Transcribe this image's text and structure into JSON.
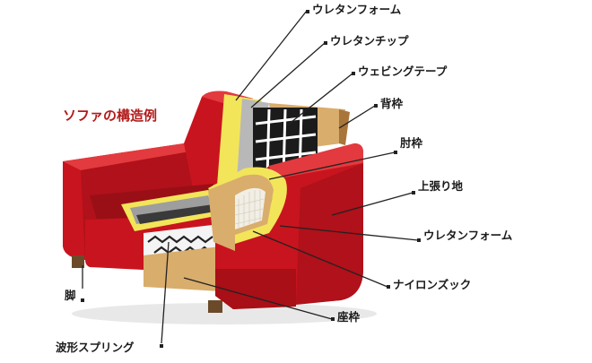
{
  "title": "ソファの構造例",
  "labels": {
    "urethane_foam_top": "ウレタンフォーム",
    "urethane_chip": "ウレタンチップ",
    "webbing_tape": "ウェビングテープ",
    "back_frame": "背枠",
    "arm_frame": "肘枠",
    "upholstery": "上張り地",
    "urethane_foam_arm": "ウレタンフォーム",
    "nylon_zuck": "ナイロンズック",
    "seat_frame": "座枠",
    "leg": "脚",
    "zigzag_spring": "波形スプリング"
  },
  "colors": {
    "upholstery": "#c8141e",
    "upholstery_dark": "#8e0c12",
    "upholstery_light": "#e23a3e",
    "foam": "#f2e55a",
    "chip": "#b8b8b8",
    "wood": "#d9ad6c",
    "wood_dark": "#a8753a",
    "leg": "#6b4a2a",
    "title": "#b31b1b"
  }
}
